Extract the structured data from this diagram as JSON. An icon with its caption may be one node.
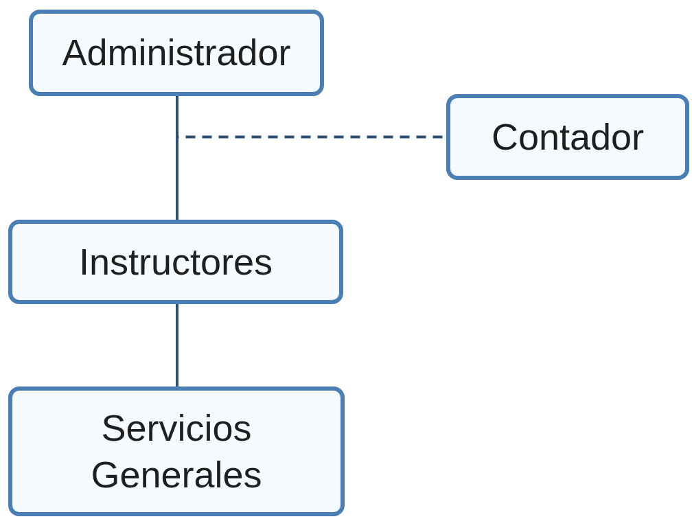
{
  "diagram": {
    "nodes": [
      {
        "text": [
          "Administrador"
        ]
      },
      {
        "text": [
          "Contador"
        ]
      },
      {
        "text": [
          "Instructores"
        ]
      },
      {
        "text": [
          "Servicios Generales"
        ]
      }
    ],
    "edges": [
      {
        "from": 0,
        "to": 2,
        "arrow": "none"
      },
      {
        "from": 0,
        "to": 1,
        "arrow": "none",
        "style": "dashed"
      },
      {
        "from": 2,
        "to": 3,
        "arrow": "none"
      }
    ]
  }
}
